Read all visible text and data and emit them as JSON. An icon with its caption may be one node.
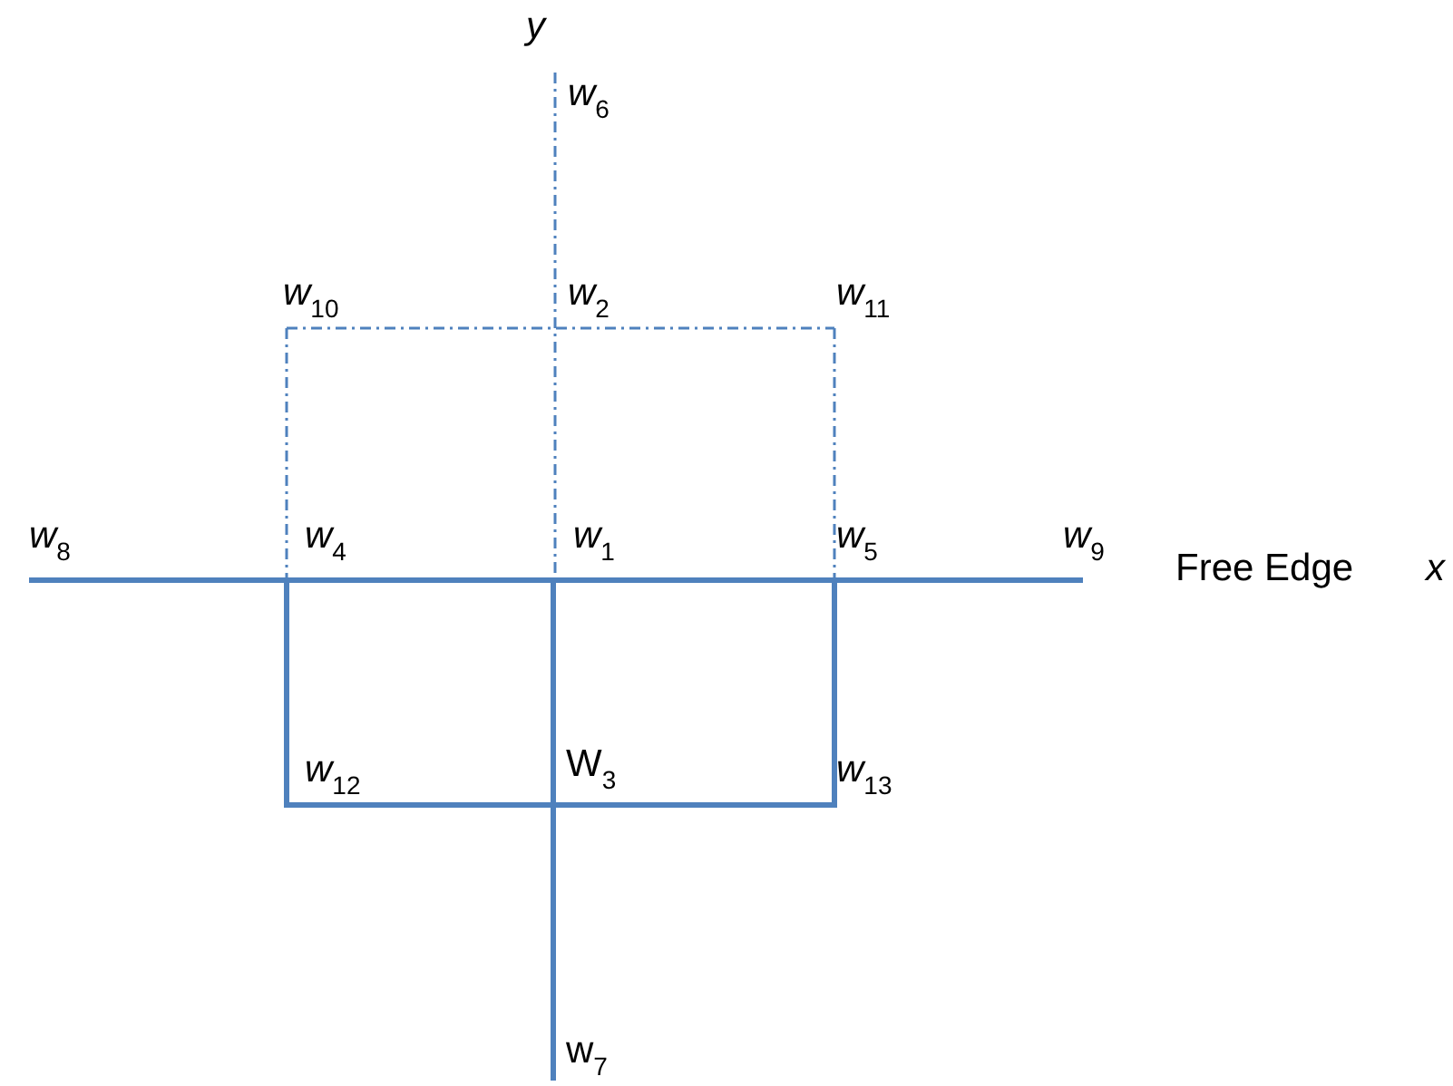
{
  "diagram": {
    "labels": [
      "*y*",
      "*w*$_{6}$",
      "*w*$_{10}$",
      "*w*$_{2}$",
      "*w*$_{11}$",
      "*w*$_{8}$",
      "*w*$_{4}$",
      "*w*$_{1}$",
      "*w*$_{5}$",
      "*w*$_{9}$",
      "Free Edge",
      "*x*",
      "*w*$_{12}$",
      "W$_{3}$",
      "*w*$_{13}$",
      "w$_{7}$"
    ]
  }
}
